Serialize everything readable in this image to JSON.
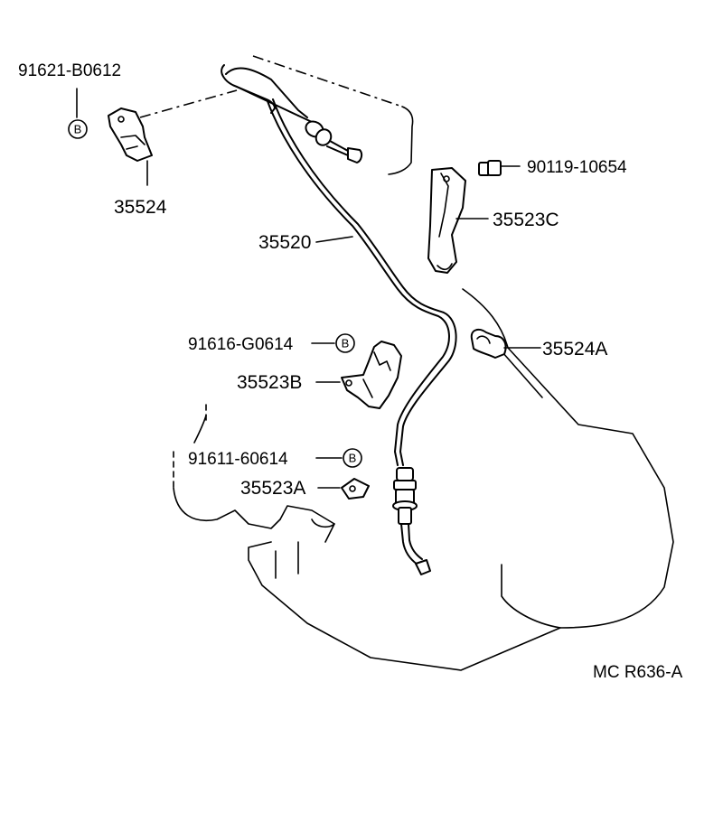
{
  "labels": {
    "p91621": "91621-B0612",
    "p35524": "35524",
    "p35520": "35520",
    "p90119": "90119-10654",
    "p35523C": "35523C",
    "p35524A": "35524A",
    "p91616": "91616-G0614",
    "p35523B": "35523B",
    "p91611": "91611-60614",
    "p35523A": "35523A",
    "code": "MC R636-A",
    "b_marker": "B"
  }
}
